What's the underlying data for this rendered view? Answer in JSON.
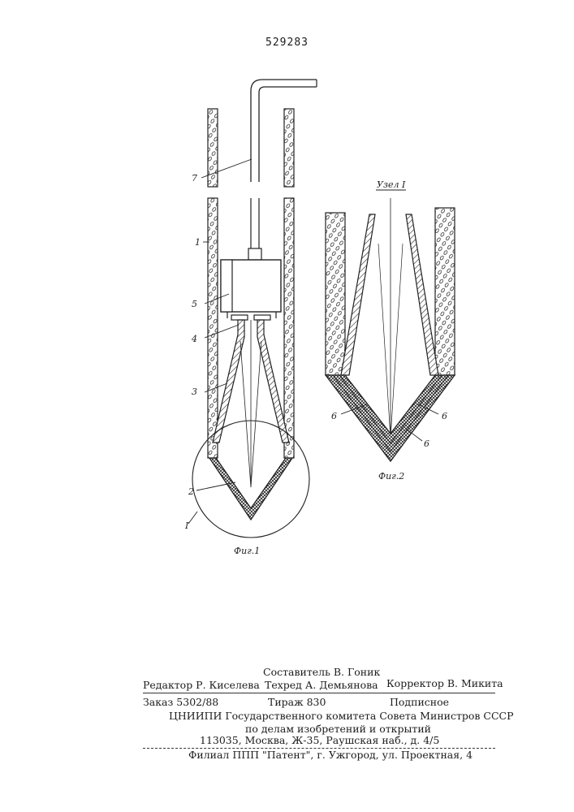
{
  "patent_number": "529283",
  "figures": {
    "fig1": {
      "caption": "Фиг.1",
      "labels": [
        "7",
        "1",
        "5",
        "4",
        "3",
        "2",
        "I"
      ]
    },
    "fig2": {
      "title": "Узел I",
      "caption": "Фиг.2",
      "labels": [
        "6",
        "6",
        "6"
      ]
    }
  },
  "imprint": {
    "compiler": "Составитель В. Гоник",
    "editor": "Редактор Р. Киселева",
    "techred": "Техред А. Демьянова",
    "corrector": "Корректор В. Микита",
    "order": "Заказ 5302/88",
    "print_run": "Тираж 830",
    "subscription": "Подписное",
    "institute": "ЦНИИПИ Государственного комитета Совета Министров СССР",
    "institute_sub": "по делам изобретений и открытий",
    "address": "113035, Москва, Ж-35, Раушская наб., д. 4/5",
    "branch": "Филиал ППП \"Патент\", г. Ужгород, ул. Проектная, 4"
  }
}
